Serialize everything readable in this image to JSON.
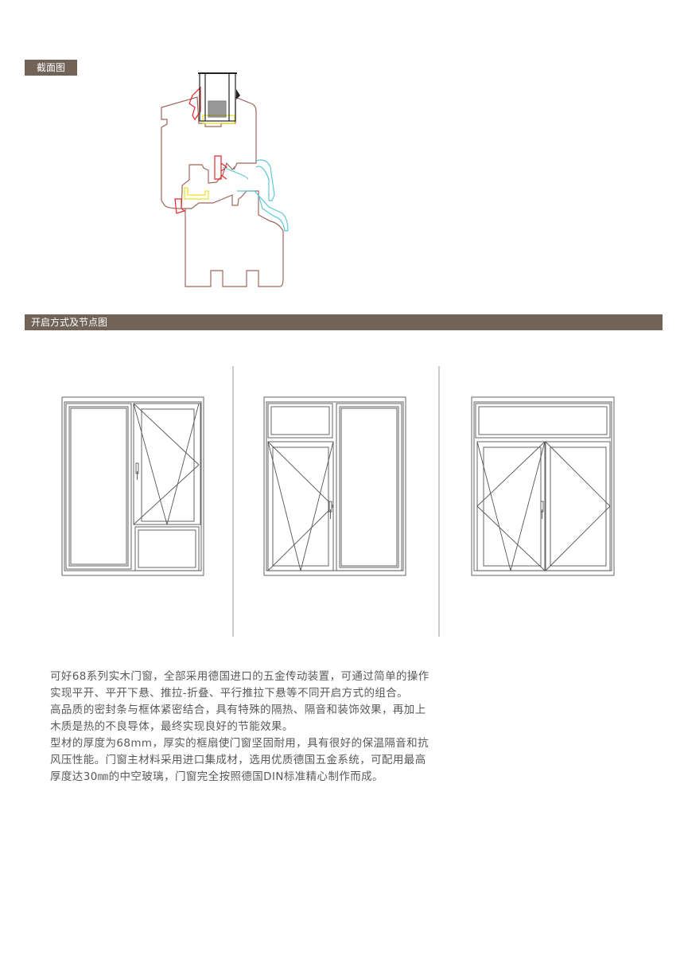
{
  "sections": {
    "cross_section_label": "截面图",
    "opening_label": "开启方式及节点图"
  },
  "description": {
    "paragraphs": [
      "可好68系列实木门窗，全部采用德国进口的五金传动装置，可通过简单的操作实现平开、平开下悬、推拉-折叠、平行推拉下悬等不同开启方式的组合。",
      "高品质的密封条与框体紧密结合，具有特殊的隔热、隔音和装饰效果，再加上木质是热的不良导体，最终实现良好的节能效果。",
      "型材的厚度为68mm，厚实的框扇使门窗坚固耐用，具有很好的保温隔音和抗风压性能。门窗主材料采用进口集成材，选用优质德国五金系统，可配用最高厚度达30㎜的中空玻璃，门窗完全按照德国DIN标准精心制作而成。"
    ]
  },
  "colors": {
    "label_bg": "#716358",
    "profile": "#a0665a",
    "seal": "#e8262b",
    "alu": "#5cc8d8",
    "strip": "#e8e020"
  }
}
